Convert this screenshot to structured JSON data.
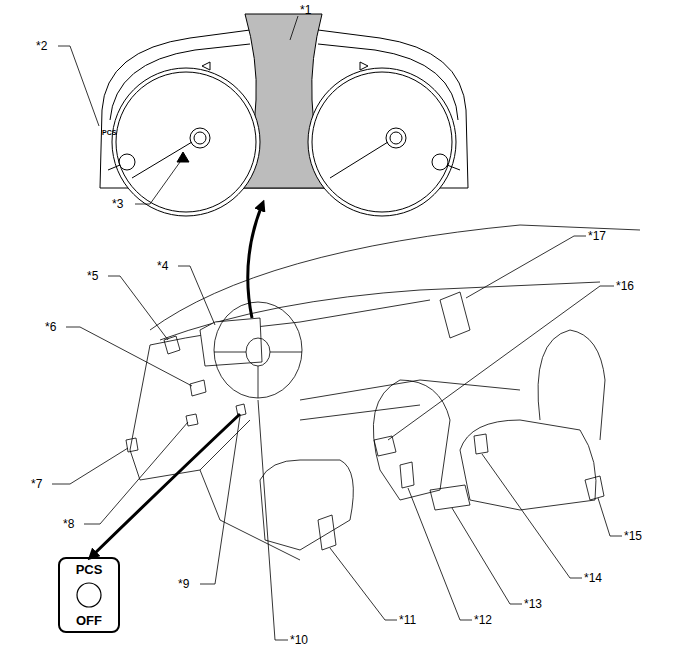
{
  "diagram": {
    "nodes": [
      {
        "text": [
          "PCS",
          "OFF"
        ]
      }
    ],
    "labels": [
      "*1",
      "*2",
      "PCS",
      "*3",
      "*4",
      "*5",
      "*6",
      "*7",
      "*8",
      "*9",
      "*10",
      "*11",
      "*12",
      "*13",
      "*14",
      "*15",
      "*16",
      "*17"
    ]
  }
}
